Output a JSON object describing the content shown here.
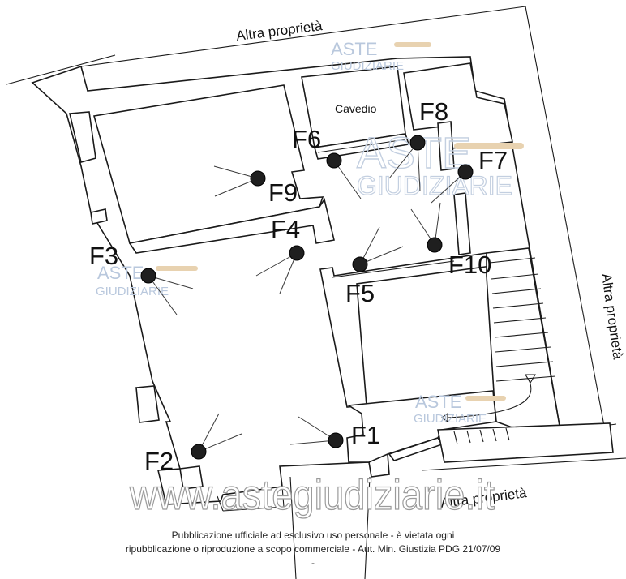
{
  "neighbors": {
    "top": "Altra proprietà",
    "right": "Altra proprietà",
    "bottom": "Altra proprietà"
  },
  "rooms": {
    "courtyard": "Cavedio"
  },
  "photo_points": [
    {
      "label": "F1"
    },
    {
      "label": "F2"
    },
    {
      "label": "F3"
    },
    {
      "label": "F4"
    },
    {
      "label": "F5"
    },
    {
      "label": "F6"
    },
    {
      "label": "F7"
    },
    {
      "label": "F8"
    },
    {
      "label": "F9"
    },
    {
      "label": "F10"
    }
  ],
  "watermark": {
    "brand_top": "ASTE",
    "brand_bottom": "GIUDIZIARIE",
    "url": "www.astegiudiziarie.it",
    "color": "#b9c8dd"
  },
  "footer": {
    "line1": "Pubblicazione ufficiale ad esclusivo uso personale - è vietata ogni",
    "line2": "ripubblicazione o riproduzione a scopo commerciale - Aut. Min. Giustizia PDG 21/07/09",
    "line3": "-"
  }
}
